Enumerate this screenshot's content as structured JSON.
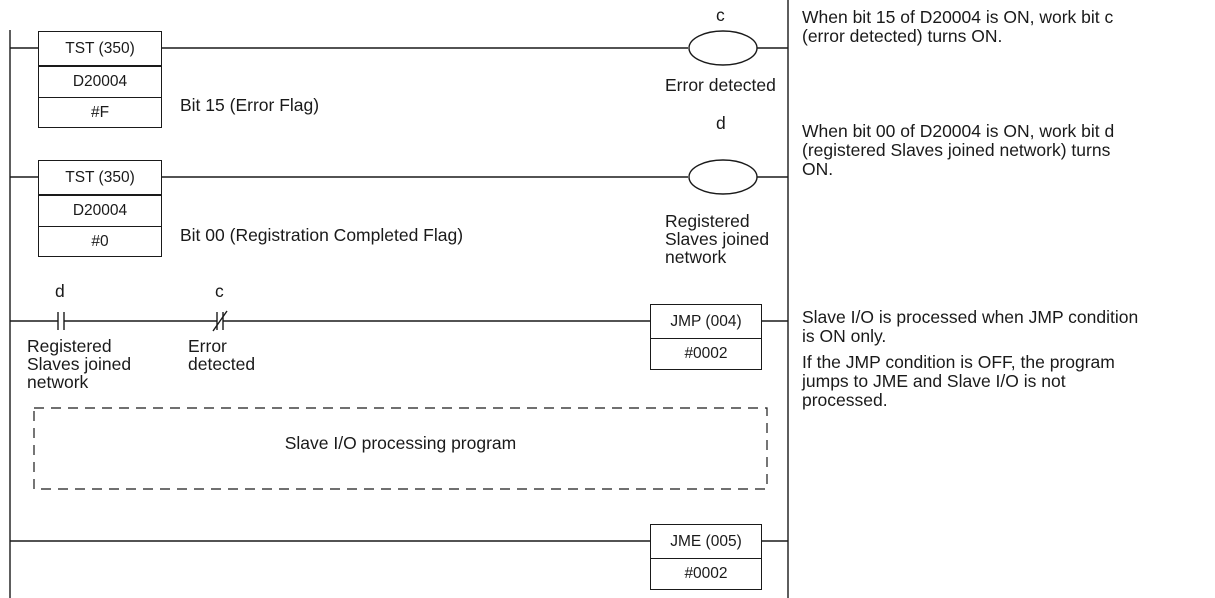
{
  "rung1": {
    "instruction": "TST (350)",
    "operand1": "D20004",
    "operand2": "#F",
    "comment": "Bit 15 (Error Flag)",
    "coil_bit": "c",
    "coil_label": "Error detected"
  },
  "rung2": {
    "instruction": "TST (350)",
    "operand1": "D20004",
    "operand2": "#0",
    "comment": "Bit 00 (Registration Completed Flag)",
    "coil_bit": "d",
    "coil_label_lines": [
      "Registered",
      "Slaves joined",
      "network"
    ]
  },
  "rung3": {
    "contact1_bit": "d",
    "contact1_label_lines": [
      "Registered",
      "Slaves joined",
      "network"
    ],
    "contact2_bit": "c",
    "contact2_label_lines": [
      "Error",
      "detected"
    ],
    "instruction": "JMP (004)",
    "operand": "#0002"
  },
  "processing_block": "Slave I/O processing program",
  "rung4": {
    "instruction": "JME (005)",
    "operand": "#0002"
  },
  "notes": {
    "note1": [
      "When bit 15 of D20004 is ON, work bit c",
      "(error detected) turns ON."
    ],
    "note2": [
      "When bit 00 of D20004 is ON, work bit d",
      "(registered Slaves joined network) turns",
      "ON."
    ],
    "note3": [
      "Slave I/O is processed when JMP condition",
      "is ON only."
    ],
    "note4": [
      "If the JMP condition is OFF, the program",
      "jumps to JME and Slave I/O is not",
      "processed."
    ]
  }
}
